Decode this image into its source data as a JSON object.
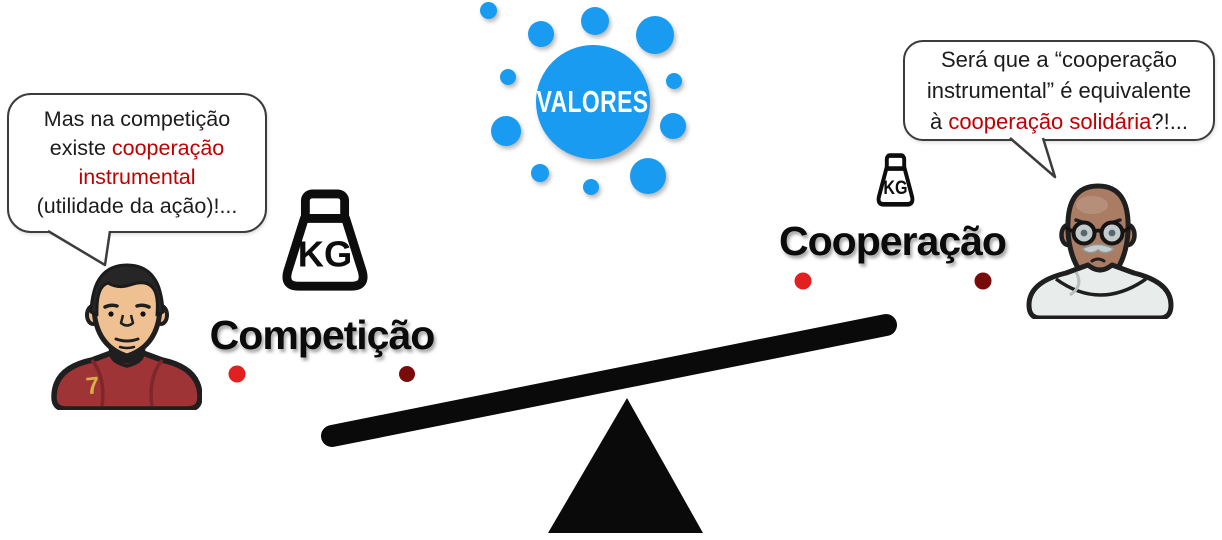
{
  "valores": {
    "label": "VALORES"
  },
  "left_bubble": {
    "line1": "Mas na competição",
    "line2_black": "existe ",
    "line2_red": "cooperação",
    "line3_red": "instrumental",
    "line4": "(utilidade da ação)!..."
  },
  "right_bubble": {
    "line1": "Será que a “cooperação",
    "line2": "instrumental” é equivalente",
    "line3_black": "à ",
    "line3_red": "cooperação solidária",
    "line3_suffix": "?!..."
  },
  "sides": {
    "left": {
      "label": "Competição",
      "weight_unit": "KG"
    },
    "right": {
      "label": "Cooperação",
      "weight_unit": "KG"
    }
  },
  "avatars": {
    "left_jersey_number": "7"
  },
  "colors": {
    "burst_blue": "#189bf0",
    "emphasis_red": "#c00000",
    "line_red_start": "#e32020",
    "line_red_end": "#7a0b0b",
    "seesaw_black": "#0a0a0a"
  }
}
